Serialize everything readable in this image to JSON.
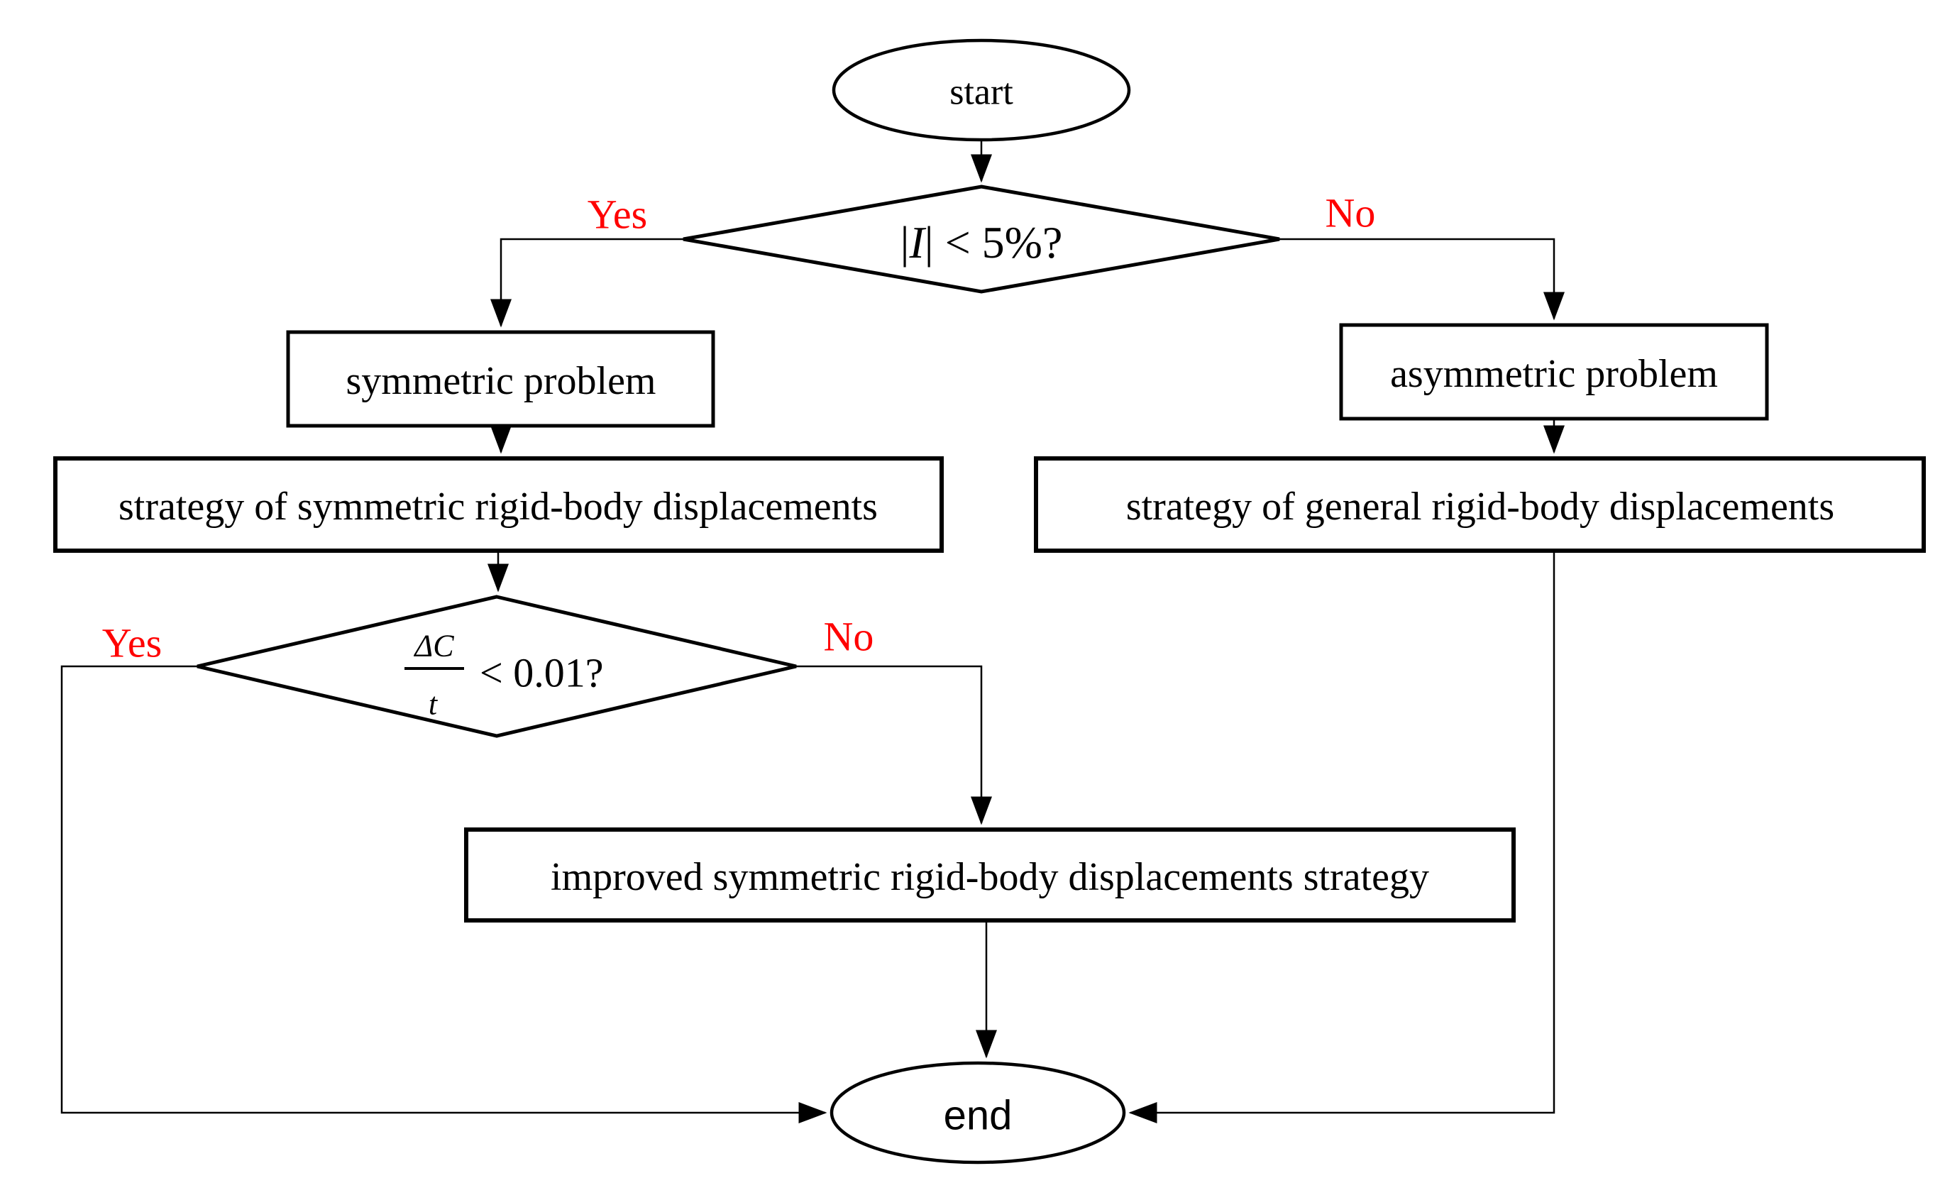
{
  "diagram": {
    "background": "#ffffff",
    "line_color": "#000000",
    "branch_label_color": "#ff0000",
    "nodes": {
      "start": {
        "label": "start"
      },
      "decision1": {
        "open_bar": "|",
        "variable": "I",
        "rest": "| < 5%?"
      },
      "symmetric": {
        "label": "symmetric problem"
      },
      "asymmetric": {
        "label": "asymmetric problem"
      },
      "strategy_symmetric": {
        "label": "strategy of symmetric rigid-body displacements"
      },
      "strategy_general": {
        "label": "strategy of general rigid-body displacements"
      },
      "decision2": {
        "numerator": "ΔC",
        "denominator": "t",
        "comparison": "< 0.01?"
      },
      "improved": {
        "label": "improved symmetric rigid-body displacements strategy"
      },
      "end": {
        "label": "end"
      }
    },
    "edge_labels": {
      "decision1_yes": "Yes",
      "decision1_no": "No",
      "decision2_yes": "Yes",
      "decision2_no": "No"
    }
  }
}
